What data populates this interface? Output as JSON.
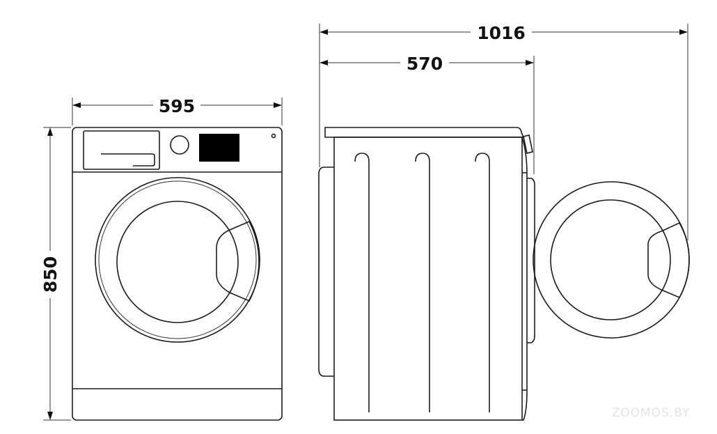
{
  "dimensions": {
    "total_depth_door_open": "1016",
    "depth": "570",
    "width": "595",
    "height": "850"
  },
  "watermark": "ZOOMOS.BY",
  "colors": {
    "line": "#1a1a1a",
    "display": "#000000"
  }
}
